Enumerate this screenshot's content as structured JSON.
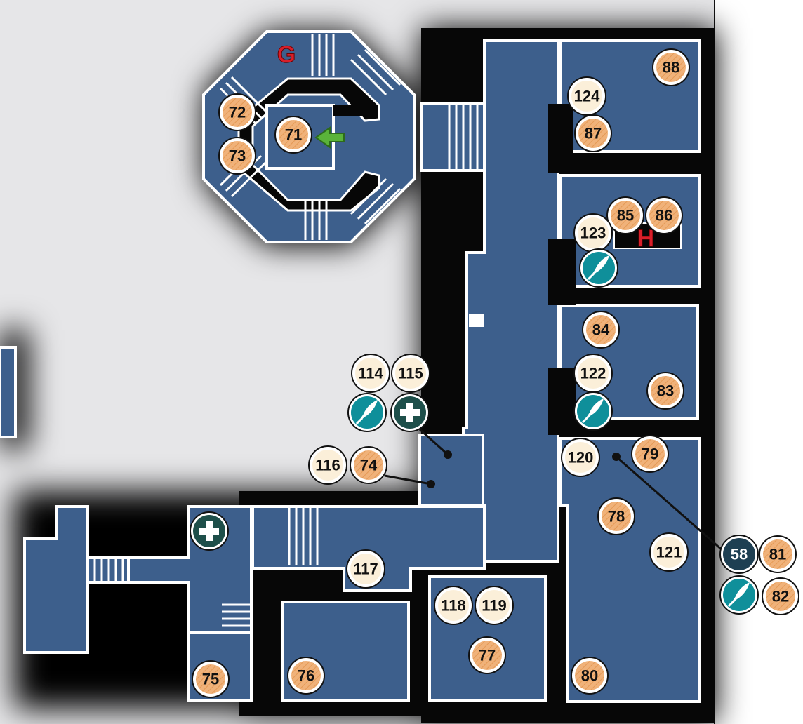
{
  "labels": {
    "G": "G",
    "H": "H"
  },
  "markers": {
    "m71": "71",
    "m72": "72",
    "m73": "73",
    "m74": "74",
    "m75": "75",
    "m76": "76",
    "m77": "77",
    "m78": "78",
    "m79": "79",
    "m80": "80",
    "m81": "81",
    "m82": "82",
    "m83": "83",
    "m84": "84",
    "m85": "85",
    "m86": "86",
    "m87": "87",
    "m88": "88",
    "m114": "114",
    "m115": "115",
    "m116": "116",
    "m117": "117",
    "m118": "118",
    "m119": "119",
    "m120": "120",
    "m121": "121",
    "m122": "122",
    "m123": "123",
    "m124": "124",
    "m58": "58"
  },
  "colors": {
    "floor": "#3d5f8c",
    "wall": "#ffffff",
    "background": "#e6e6e8",
    "item_marker": "#f0b27a",
    "event_marker": "#fbefd9",
    "dark_marker": "#1e3f52",
    "save_icon": "#0f8f9a",
    "health_icon": "#1e4f4a",
    "arrow": "#5ab33a"
  },
  "icons": {
    "save": "quill-pen-icon",
    "health": "plus-icon",
    "arrow": "left-arrow-icon"
  }
}
